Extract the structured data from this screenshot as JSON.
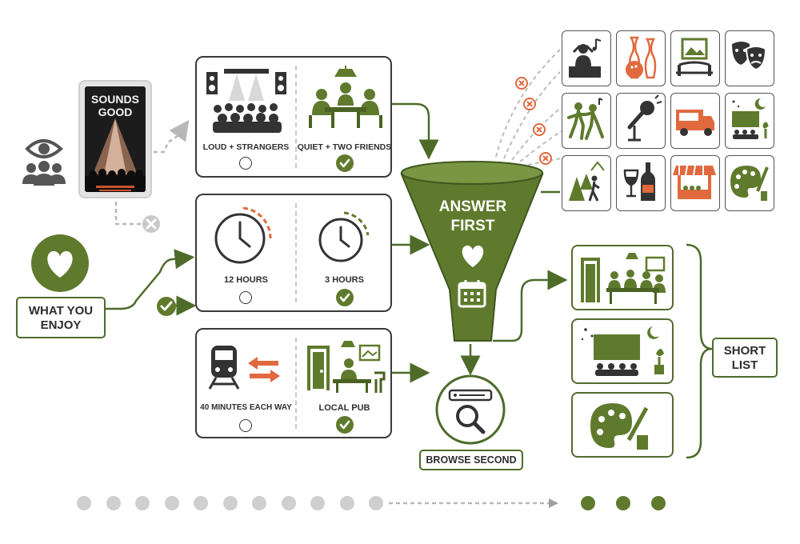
{
  "poster": {
    "title": "SOUNDS GOOD"
  },
  "enjoy": {
    "label": "WHAT YOU ENJOY"
  },
  "comparisons": [
    {
      "left_label": "LOUD + STRANGERS",
      "right_label": "QUIET + TWO FRIENDS",
      "selected": "right"
    },
    {
      "left_label": "12 HOURS",
      "right_label": "3 HOURS",
      "selected": "right"
    },
    {
      "left_label": "40 MINUTES EACH WAY",
      "right_label": "LOCAL PUB",
      "selected": "right"
    }
  ],
  "funnel": {
    "line1": "ANSWER",
    "line2": "FIRST"
  },
  "browse": {
    "label": "BROWSE SECOND"
  },
  "shortlist": {
    "line1": "SHORT",
    "line2": "LIST"
  },
  "options_grid": [
    "dj-icon",
    "bowling-icon",
    "gallery-icon",
    "theater-masks-icon",
    "dancing-icon",
    "karaoke-icon",
    "food-truck-icon",
    "outdoor-cinema-icon",
    "hiking-icon",
    "wine-icon",
    "market-stall-icon",
    "painting-icon"
  ],
  "shortlist_items": [
    "pub-friends-icon",
    "outdoor-cinema-icon",
    "painting-icon"
  ],
  "progress": {
    "total_steps": 14,
    "completed_steps": 3
  },
  "colors": {
    "accent": "#5f7a2d",
    "accent_dark": "#4a6222",
    "warn": "#e0693e",
    "muted": "#cfcfcf",
    "ink": "#333333"
  }
}
